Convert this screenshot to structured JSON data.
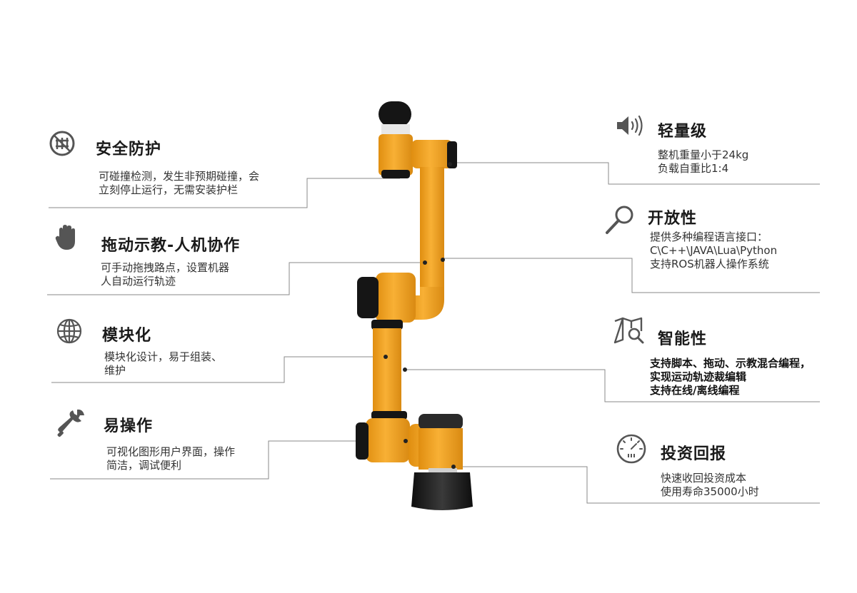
{
  "features_left": [
    {
      "title": "安全防护",
      "icon": "no-fence-icon",
      "lines": [
        "可碰撞检测，发生非预期碰撞，会",
        "立刻停止运行，无需安装护栏"
      ]
    },
    {
      "title": "拖动示教-人机协作",
      "icon": "hand-icon",
      "lines": [
        "可手动拖拽路点，设置机器",
        "人自动运行轨迹"
      ]
    },
    {
      "title": "模块化",
      "icon": "globe-icon",
      "lines": [
        "模块化设计，易于组装、",
        "维护"
      ]
    },
    {
      "title": "易操作",
      "icon": "wrench-icon",
      "lines": [
        "可视化图形用户界面，操作",
        "简洁，调试便利"
      ]
    }
  ],
  "features_right": [
    {
      "title": "轻量级",
      "icon": "speaker-icon",
      "lines": [
        "整机重量小于24kg",
        "负载自重比1:4"
      ]
    },
    {
      "title": "开放性",
      "icon": "magnifier-icon",
      "lines": [
        "提供多种编程语言接口：",
        "C\\C++\\JAVA\\Lua\\Python",
        "支持ROS机器人操作系统"
      ]
    },
    {
      "title": "智能性",
      "icon": "map-search-icon",
      "lines": [
        "支持脚本、拖动、示教混合编程，",
        "实现运动轨迹裁编辑",
        "支持在线/离线编程"
      ]
    },
    {
      "title": "投资回报",
      "icon": "gauge-icon",
      "lines": [
        "快速收回投资成本",
        "使用寿命35000小时"
      ]
    }
  ],
  "colors": {
    "robot_orange": "#F5A623",
    "robot_black": "#1b1b1b",
    "line_gray": "#8a8a8a",
    "icon_gray": "#555555"
  }
}
